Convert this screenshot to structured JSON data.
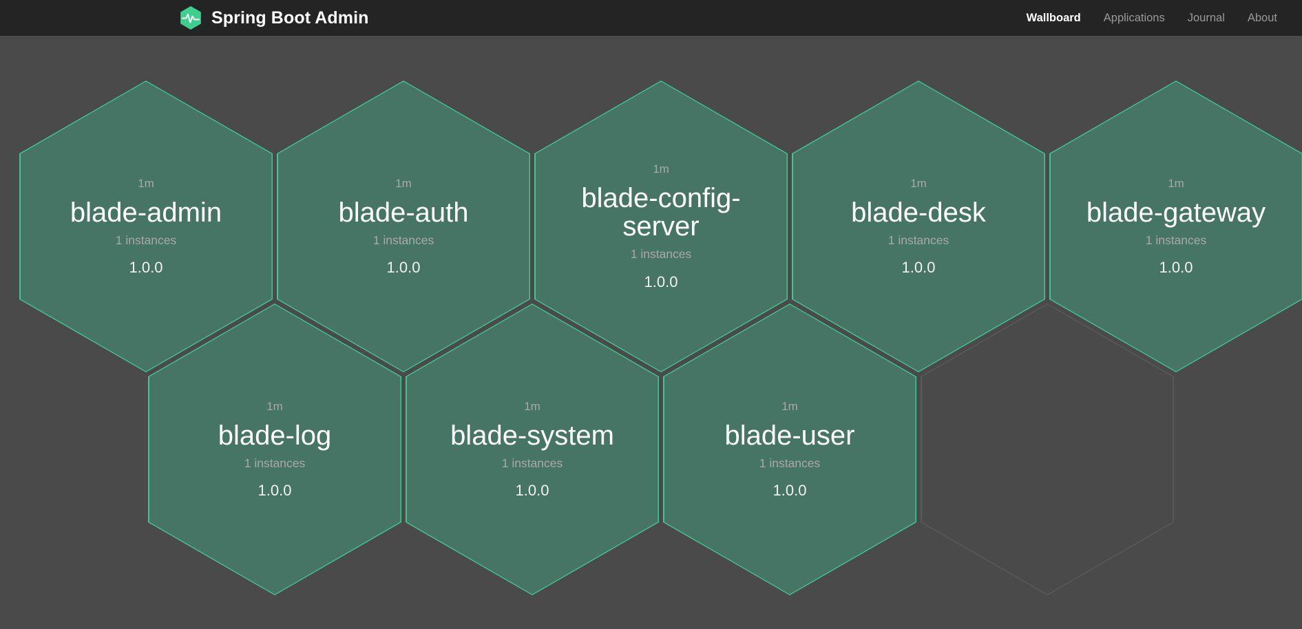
{
  "header": {
    "brand": "Spring Boot Admin",
    "logo_icon": "heartbeat-hexagon-icon",
    "nav": [
      {
        "label": "Wallboard",
        "active": true
      },
      {
        "label": "Applications",
        "active": false
      },
      {
        "label": "Journal",
        "active": false
      },
      {
        "label": "About",
        "active": false
      }
    ]
  },
  "colors": {
    "brand_green": "#3ecf8e",
    "hex_fill": "#477565",
    "hex_border": "#3fc795",
    "page_background": "#4a4a4a",
    "navbar_background": "#242424",
    "muted_text": "#a9a9a9",
    "empty_hex_border": "#5a5a5a"
  },
  "wallboard": {
    "applications": [
      {
        "name": "blade-admin",
        "age": "1m",
        "instances": "1 instances",
        "version": "1.0.0",
        "status": "up",
        "row": 0,
        "col": 0
      },
      {
        "name": "blade-auth",
        "age": "1m",
        "instances": "1 instances",
        "version": "1.0.0",
        "status": "up",
        "row": 0,
        "col": 1
      },
      {
        "name": "blade-config-server",
        "age": "1m",
        "instances": "1 instances",
        "version": "1.0.0",
        "status": "up",
        "row": 0,
        "col": 2
      },
      {
        "name": "blade-desk",
        "age": "1m",
        "instances": "1 instances",
        "version": "1.0.0",
        "status": "up",
        "row": 0,
        "col": 3
      },
      {
        "name": "blade-gateway",
        "age": "1m",
        "instances": "1 instances",
        "version": "1.0.0",
        "status": "up",
        "row": 0,
        "col": 4
      },
      {
        "name": "blade-log",
        "age": "1m",
        "instances": "1 instances",
        "version": "1.0.0",
        "status": "up",
        "row": 1,
        "col": 0
      },
      {
        "name": "blade-system",
        "age": "1m",
        "instances": "1 instances",
        "version": "1.0.0",
        "status": "up",
        "row": 1,
        "col": 1
      },
      {
        "name": "blade-user",
        "age": "1m",
        "instances": "1 instances",
        "version": "1.0.0",
        "status": "up",
        "row": 1,
        "col": 2
      }
    ],
    "placeholder_count": 1
  }
}
